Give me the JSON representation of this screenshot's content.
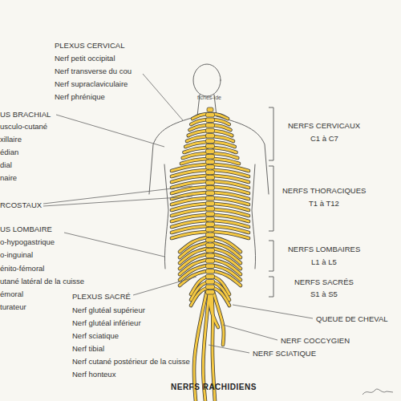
{
  "diagram": {
    "title": "NERFS RACHIDIENS",
    "labels": [
      "PLEXUS CERVICAL",
      "Nerf petit occipital",
      "Nerf transverse du cou",
      "Nerf supraclaviculaire",
      "Nerf phrénique",
      "fiches-ide",
      "US BRACHIAL",
      "usculo-cutané",
      "xillaire",
      "édian",
      "dial",
      "naire",
      "RCOSTAUX",
      "US LOMBAIRE",
      "o-hypogastrique",
      "o-inguinal",
      "énito-fémoral",
      "utané latéral de la cuisse",
      "émoral",
      "turateur",
      "PLEXUS SACRÉ",
      "Nerf glutéal supérieur",
      "Nerf glutéal inférieur",
      "Nerf sciatique",
      "Nerf tibial",
      "Nerf cutané postérieur de la cuisse",
      "Nerf honteux",
      "NERFS CERVICAUX",
      "C1 à C7",
      "NERFS THORACIQUES",
      "T1 à T12",
      "NERFS LOMBAIRES",
      "L1 à L5",
      "NERFS SACRÉS",
      "S1 à S5",
      "QUEUE DE CHEVAL",
      "NERF COCCYGIEN",
      "NERF SCIATIQUE"
    ]
  }
}
